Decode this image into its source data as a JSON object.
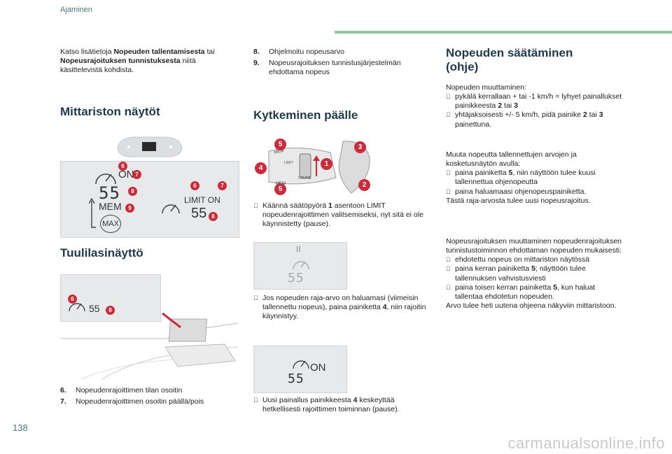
{
  "header": {
    "label": "Ajaminen",
    "page_number": "138"
  },
  "watermark": "carmanualsonline.info",
  "col1": {
    "intro_pre": "Katso lisätietoja ",
    "intro_b1": "Nopeuden tallentamisesta",
    "intro_mid": " tai ",
    "intro_b2": "Nopeusrajoituksen tunnistuksesta",
    "intro_post": " niitä käsittelevistä kohdista.",
    "title_display": "Mittariston näytöt",
    "title_windshield": "Tuulilasinäyttö",
    "items": [
      {
        "num": "6.",
        "text": "Nopeudenrajoittimen tilan osoitin"
      },
      {
        "num": "7.",
        "text": "Nopeudenrajoittimen osoitin päällä/pois"
      }
    ]
  },
  "col2": {
    "items": [
      {
        "num": "8.",
        "text": "Ohjelmoitu nopeusarvo"
      },
      {
        "num": "9.",
        "text": "Nopeusrajoituksen tunnistusjärjestelmän ehdottama nopeus"
      }
    ],
    "title": "Kytkeminen päälle",
    "step1_pre": "Käännä säätöpyörä ",
    "step1_b": "1",
    "step1_post": " asentoon LIMIT nopeudenrajoittimen valitsemiseksi, nyt sitä ei ole käynnistetty (pause).",
    "step2_pre": "Jos nopeuden raja-arvo on haluamasi (viimeisin tallennettu nopeus), paina painiketta ",
    "step2_b": "4",
    "step2_post": ", niin rajoitin käynnistyy.",
    "step3_pre": "Uusi painallus painikkeesta ",
    "step3_b": "4",
    "step3_post": " keskeyttää hetkellisesti rajoittimen toiminnan (pause)."
  },
  "col3": {
    "title_line1": "Nopeuden säätäminen",
    "title_line2": "(ohje)",
    "p1_intro": "Nopeuden muuttaminen:",
    "p1_b1_pre": "pykälä kerrallaan + tai -1 km/h = lyhyet painallukset painikkeesta ",
    "p1_b1_k1": "2",
    "p1_b1_mid": " tai ",
    "p1_b1_k2": "3",
    "p1_b2_pre": "yhtäjaksoisesti +/- 5 km/h, pidä painike ",
    "p1_b2_k1": "2",
    "p1_b2_mid": " tai ",
    "p1_b2_k2": "3",
    "p1_b2_post": " painettuna.",
    "p2_intro": "Muuta nopeutta tallennettujen arvojen ja kosketusnäytön avulla:",
    "p2_b1_pre": "paina painiketta ",
    "p2_b1_k": "5",
    "p2_b1_post": ", niin näyttöön tulee kuusi tallennettua ohjenopeutta",
    "p2_b2": "paina haluamaasi ohjenopeuspainiketta.",
    "p2_end": "Tästä raja-arvosta tulee uusi nopeusrajoitus.",
    "p3_intro": "Nopeusrajoituksen muuttaminen nopeudenrajoituksen tunnistustoiminnon ehdottaman nopeuden mukaisesti:",
    "p3_b1": "ehdotettu nopeus on mittariston näytössä",
    "p3_b2_pre": "paina kerran painiketta ",
    "p3_b2_k": "5",
    "p3_b2_post": "; näyttöön tulee tallennuksen vahvistusviesti",
    "p3_b3_pre": "paina toisen kerran painiketta ",
    "p3_b3_k": "5",
    "p3_b3_post": ", kun haluat tallentaa ehdotetun nopeuden.",
    "p3_end": "Arvo tulee heti uutena ohjeena näkyviin mittaristoon."
  },
  "figures": {
    "cluster": {
      "seg": "55",
      "on": "ON",
      "mem": "MEM",
      "max": "MAX",
      "limit_on": "LIMIT ON",
      "limit_value": "55",
      "badges": [
        "6",
        "7",
        "8",
        "9",
        "6",
        "7",
        "8"
      ]
    },
    "windshield": {
      "value": "55",
      "badges": [
        "6",
        "8"
      ]
    },
    "stalk": {
      "badges": [
        "5",
        "3",
        "1",
        "4",
        "5",
        "2"
      ],
      "labels": [
        "MEM",
        "LIMIT",
        "CRUISE",
        "MEM"
      ]
    },
    "display_pause": {
      "seg": "55",
      "pause": "II"
    },
    "display_on": {
      "seg": "55",
      "on": "ON"
    },
    "bullet": "",
    "colors": {
      "accent": "#cc2b3a",
      "title": "#1d3a4a",
      "header_bar": "#8fc79a"
    }
  }
}
